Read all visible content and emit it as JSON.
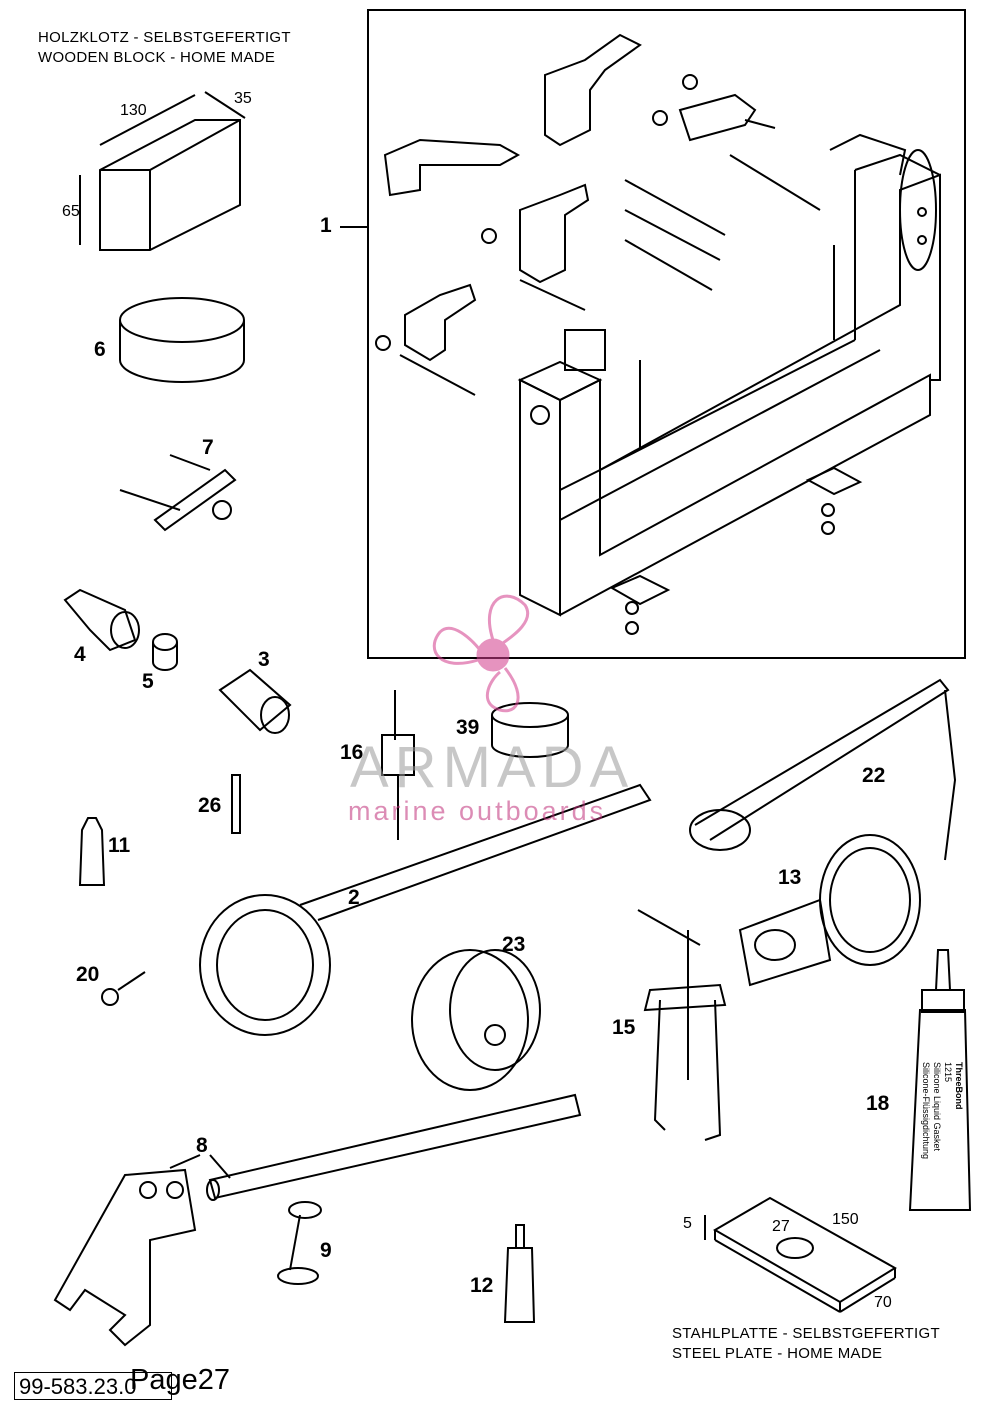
{
  "captions": {
    "wood_de": "HOLZKLOTZ - SELBSTGEFERTIGT",
    "wood_en": "WOODEN BLOCK - HOME MADE",
    "steel_de": "STAHLPLATTE - SELBSTGEFERTIGT",
    "steel_en": "STEEL PLATE - HOME MADE"
  },
  "dimensions": {
    "wood_length": "130",
    "wood_width": "35",
    "wood_height": "65",
    "plate_thickness": "5",
    "plate_hole": "27",
    "plate_length": "150",
    "plate_width": "70"
  },
  "callouts": {
    "n1": "1",
    "n2": "2",
    "n3": "3",
    "n4": "4",
    "n5": "5",
    "n6": "6",
    "n7": "7",
    "n8": "8",
    "n9": "9",
    "n11": "11",
    "n12": "12",
    "n13": "13",
    "n15": "15",
    "n16": "16",
    "n18": "18",
    "n20": "20",
    "n22": "22",
    "n23": "23",
    "n26": "26",
    "n39": "39"
  },
  "tube_label": {
    "brand": "ThreeBond",
    "code": "1215",
    "line1": "Silicone Liquid Gasket",
    "line2": "Silicone-Flüssigdichtung"
  },
  "watermark": {
    "title": "ARMADA",
    "subtitle": "marine outboards",
    "color": "#d23c8c"
  },
  "footer": {
    "code": "99-583.23.0",
    "page": "Page27"
  }
}
